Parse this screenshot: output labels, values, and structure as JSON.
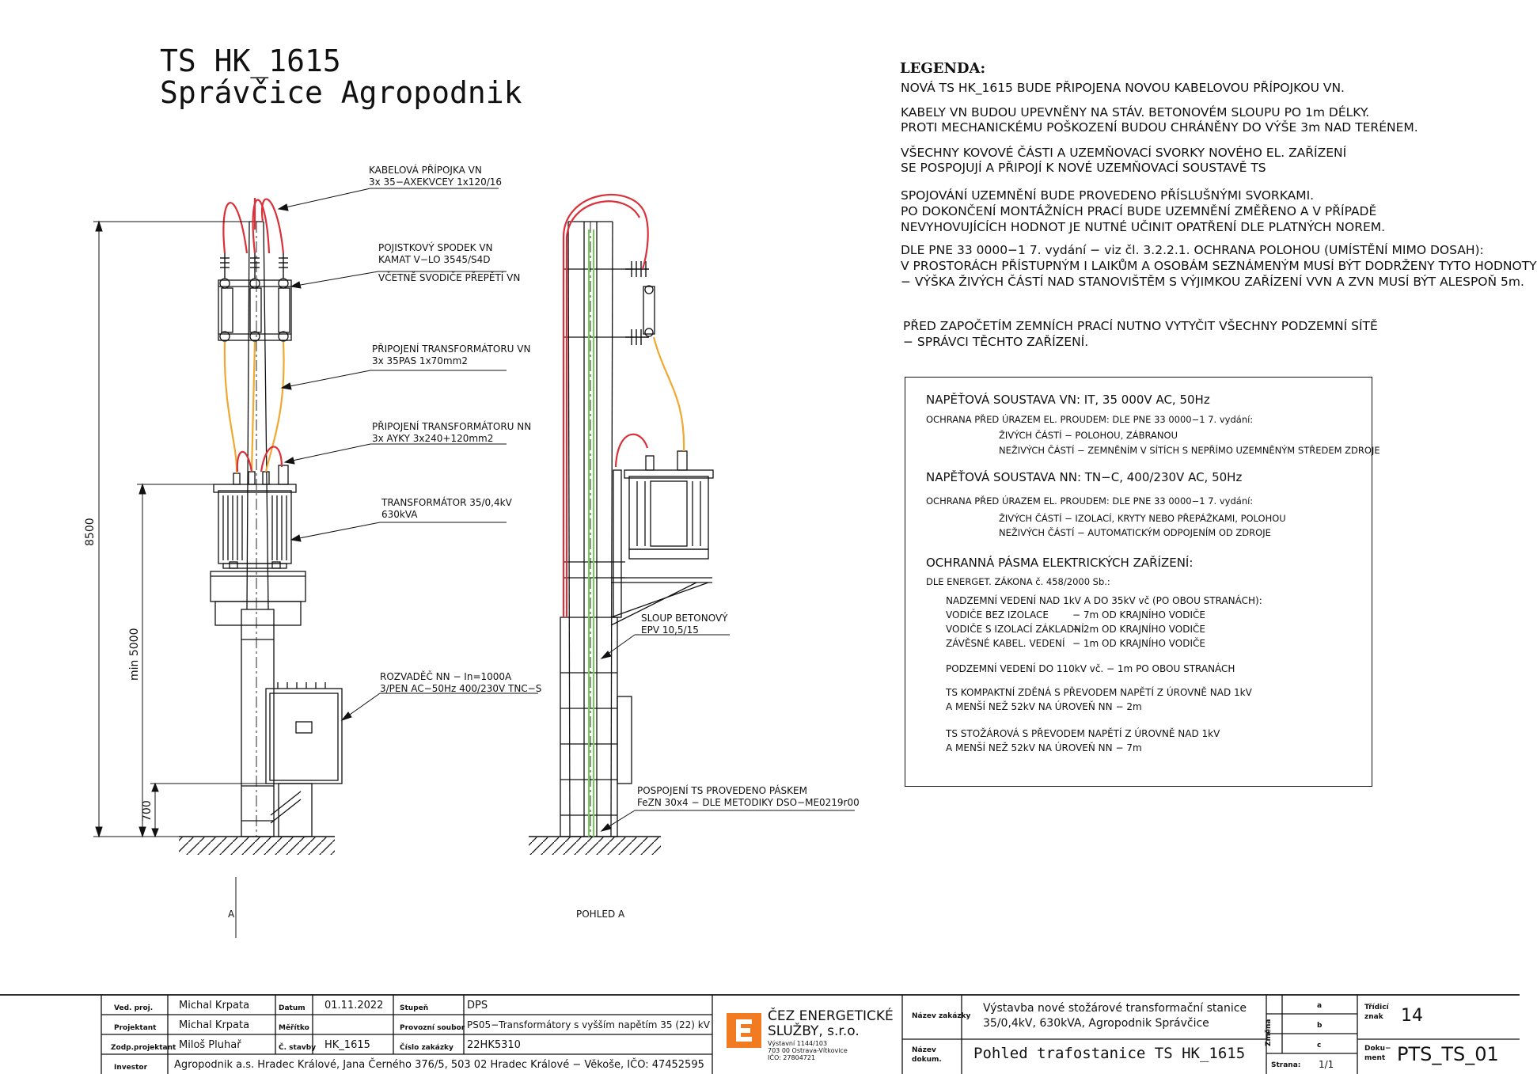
{
  "title": {
    "line1": "TS HK_1615",
    "line2": "Správčice Agropodnik"
  },
  "legend": {
    "heading": "LEGENDA:",
    "lines": [
      "NOVÁ TS HK_1615 BUDE PŘIPOJENA NOVOU KABELOVOU PŘÍPOJKOU VN.",
      "KABELY VN BUDOU UPEVNĚNY NA STÁV. BETONOVÉM SLOUPU PO 1m DÉLKY.",
      "PROTI MECHANICKÉMU POŠKOZENÍ BUDOU CHRÁNĚNY DO VÝŠE 3m NAD TERÉNEM.",
      "VŠECHNY KOVOVÉ ČÁSTI A UZEMŇOVACÍ SVORKY NOVÉHO EL. ZAŘÍZENÍ",
      "SE POSPOJUJÍ A PŘIPOJÍ K NOVÉ UZEMŇOVACÍ SOUSTAVĚ TS",
      "SPOJOVÁNÍ UZEMNĚNÍ BUDE PROVEDENO PŘÍSLUŠNÝMI SVORKAMI.",
      "PO DOKONČENÍ MONTÁŽNÍCH PRACÍ BUDE UZEMNĚNÍ ZMĚŘENO A V PŘÍPADĚ",
      "NEVYHOVUJÍCÍCH HODNOT JE NUTNÉ UČINIT OPATŘENÍ DLE PLATNÝCH NOREM.",
      "DLE PNE 33 0000−1 7. vydání − viz čl. 3.2.2.1. OCHRANA POLOHOU (UMÍSTĚNÍ MIMO DOSAH):",
      "V PROSTORÁCH PŘÍSTUPNÝM I LAIKŮM A OSOBÁM SEZNÁMENÝM MUSÍ BÝT DODRŽENY TYTO HODNOTY",
      "− VÝŠKA ŽIVÝCH ČÁSTÍ NAD STANOVIŠTĚM S VÝJIMKOU ZAŘÍZENÍ VVN A ZVN MUSÍ BÝT ALESPOŇ 5m.",
      "PŘED ZAPOČETÍM ZEMNÍCH PRACÍ NUTNO VYTYČIT VŠECHNY PODZEMNÍ SÍTĚ",
      "− SPRÁVCI TĚCHTO ZAŘÍZENÍ."
    ]
  },
  "specs": {
    "vn_title": "NAPĚŤOVÁ SOUSTAVA VN: IT, 35 000V AC, 50Hz",
    "vn_protection": "OCHRANA PŘED ÚRAZEM EL. PROUDEM: DLE PNE 33 0000−1 7. vydání:",
    "vn_live": "ŽIVÝCH ČÁSTÍ    − POLOHOU, ZÁBRANOU",
    "vn_nonlive": "NEŽIVÝCH ČÁSTÍ  − ZEMNĚNÍM V SÍTÍCH S NEPŘÍMO UZEMNĚNÝM STŘEDEM ZDROJE",
    "nn_title": "NAPĚŤOVÁ SOUSTAVA NN: TN−C, 400/230V AC, 50Hz",
    "nn_protection": "OCHRANA PŘED ÚRAZEM EL. PROUDEM: DLE PNE 33 0000−1 7. vydání:",
    "nn_live": "ŽIVÝCH ČÁSTÍ  − IZOLACÍ, KRYTY NEBO PŘEPÁŽKAMI, POLOHOU",
    "nn_nonlive": "NEŽIVÝCH ČÁSTÍ − AUTOMATICKÝM ODPOJENÍM OD ZDROJE",
    "zones_title": "OCHRANNÁ PÁSMA ELEKTRICKÝCH ZAŘÍZENÍ:",
    "zones_law": "DLE ENERGET. ZÁKONA č. 458/2000 Sb.:",
    "overhead": "NADZEMNÍ VEDENÍ NAD 1kV A DO 35kV vč (PO OBOU STRANÁCH):",
    "z1a": "VODIČE BEZ IZOLACE",
    "z1b": "− 7m OD KRAJNÍHO VODIČE",
    "z2a": "VODIČE S IZOLACÍ ZÁKLADNÍ",
    "z2b": "− 2m OD KRAJNÍHO VODIČE",
    "z3a": "ZÁVĚSNÉ KABEL. VEDENÍ",
    "z3b": "− 1m OD KRAJNÍHO VODIČE",
    "underground": "PODZEMNÍ VEDENÍ DO 110kV vč. − 1m PO OBOU STRANÁCH",
    "compact1": "TS KOMPAKTNÍ ZDĚNÁ S PŘEVODEM NAPĚTÍ Z ÚROVNĚ NAD 1kV",
    "compact2": "A MENŠÍ NEŽ 52kV NA ÚROVEŇ NN   − 2m",
    "pole1": "TS STOŽÁROVÁ S PŘEVODEM NAPĚTÍ Z ÚROVNĚ NAD 1kV",
    "pole2": "A MENŠÍ NEŽ 52kV NA ÚROVEŇ NN  − 7m"
  },
  "labels": {
    "cable1": "KABELOVÁ PŘÍPOJKA VN",
    "cable2": "3x 35−AXEKVCEY 1x120/16",
    "fuse1": "POJISTKOVÝ SPODEK VN",
    "fuse2": "KAMAT V−LO 3545/S4D",
    "fuse3": "VČETNĚ SVODIČE PŘEPĚTÍ VN",
    "tvn1": "PŘIPOJENÍ TRANSFORMÁTORU VN",
    "tvn2": "3x 35PAS 1x70mm2",
    "tnn1": "PŘIPOJENÍ TRANSFORMÁTORU NN",
    "tnn2": "3x AYKY 3x240+120mm2",
    "tr1": "TRANSFORMÁTOR 35/0,4kV",
    "tr2": "630kVA",
    "rz1": "ROZVADĚČ NN − In=1000A",
    "rz2": "3/PEN AC−50Hz 400/230V TNC−S",
    "pole1": "SLOUP BETONOVÝ",
    "pole2": "EPV 10,5/15",
    "bond1": "POSPOJENÍ TS PROVEDENO PÁSKEM",
    "bond2": "FeZN 30x4 − DLE METODIKY DSO−ME0219r00",
    "view_a": "A",
    "view_pohled": "POHLED A"
  },
  "dims": {
    "d8500": "8500",
    "d5000": "min 5000",
    "d700": "700"
  },
  "titleblock": {
    "ved_proj_label": "Ved. proj.",
    "ved_proj": "Michal Krpata",
    "projektant_label": "Projektant",
    "projektant": "Michal Krpata",
    "zodp_label": "Zodp.projektant",
    "zodp": "Miloš Pluhař",
    "investor_label": "Investor",
    "investor": "Agropodnik a.s. Hradec Králové, Jana Černého 376/5, 503 02 Hradec Králové − Věkoše, IČO: 47452595",
    "datum_label": "Datum",
    "datum": "01.11.2022",
    "meritko_label": "Měřítko",
    "meritko": "",
    "c_stavby_label": "Č. stavby",
    "c_stavby": "HK_1615",
    "stupen_label": "Stupeň",
    "stupen": "DPS",
    "provozni_label": "Provozní soubor",
    "provozni": "PS05−Transformátory s vyšším napětím 35 (22) kV",
    "cislo_zak_label": "Číslo zakázky",
    "cislo_zak": "22HK5310",
    "company_line1": "ČEZ ENERGETICKÉ",
    "company_line2": "SLUŽBY, s.r.o.",
    "company_addr1": "Výstavní 1144/103",
    "company_addr2": "703 00 Ostrava-Vítkovice",
    "company_ico": "IČO: 27804721",
    "nazev_zak_label": "Název zakázky",
    "nazev_zak1": "Výstavba nové stožárové transformační stanice",
    "nazev_zak2": "35/0,4kV, 630kVA, Agropodnik Správčice",
    "nazev_dok_label1": "Název",
    "nazev_dok_label2": "dokum.",
    "nazev_dok": "Pohled trafostanice TS HK_1615",
    "zmena_label": "Změna",
    "rev_a": "a",
    "rev_b": "b",
    "rev_c": "c",
    "strana_label": "Strana:",
    "strana": "1/1",
    "tridici_label1": "Třídicí",
    "tridici_label2": "znak",
    "tridici": "14",
    "dokument_label1": "Doku−",
    "dokument_label2": "ment",
    "dokument": "PTS_TS_01"
  },
  "colors": {
    "red_cable": "#d9303a",
    "orange_cable": "#f0a830",
    "green_ground": "#6fcf4f",
    "line": "#111111"
  }
}
